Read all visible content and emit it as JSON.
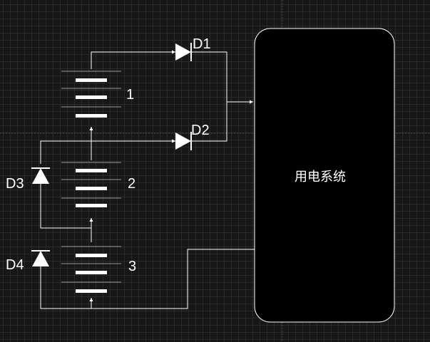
{
  "labels": {
    "d1": "D1",
    "d2": "D2",
    "d3": "D3",
    "d4": "D4",
    "battery_1": "1",
    "battery_2": "2",
    "battery_3": "3",
    "system": "用电系统"
  },
  "colors": {
    "background": "#171717",
    "wire": "#ffffff",
    "box_fill": "#000000",
    "box_stroke": "#ffffff"
  }
}
